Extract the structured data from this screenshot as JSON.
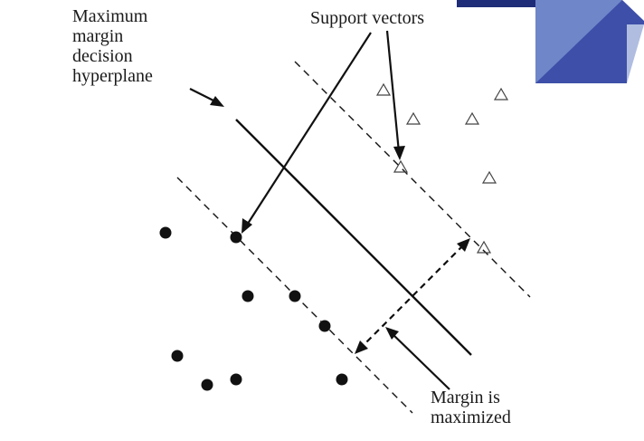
{
  "labels": {
    "hyperplane": [
      "Maximum",
      "margin",
      "decision",
      "hyperplane"
    ],
    "support_vectors": "Support vectors",
    "margin": [
      "Margin is",
      "maximized"
    ]
  },
  "colors": {
    "background": "#ffffff",
    "ink": "#111111",
    "banner_light": "#6f86c9",
    "banner_dark": "#3d4fa8",
    "banner_navy": "#1f2c78"
  },
  "shapes": {
    "class_a_marker": "filled-circle",
    "class_b_marker": "hollow-triangle"
  }
}
